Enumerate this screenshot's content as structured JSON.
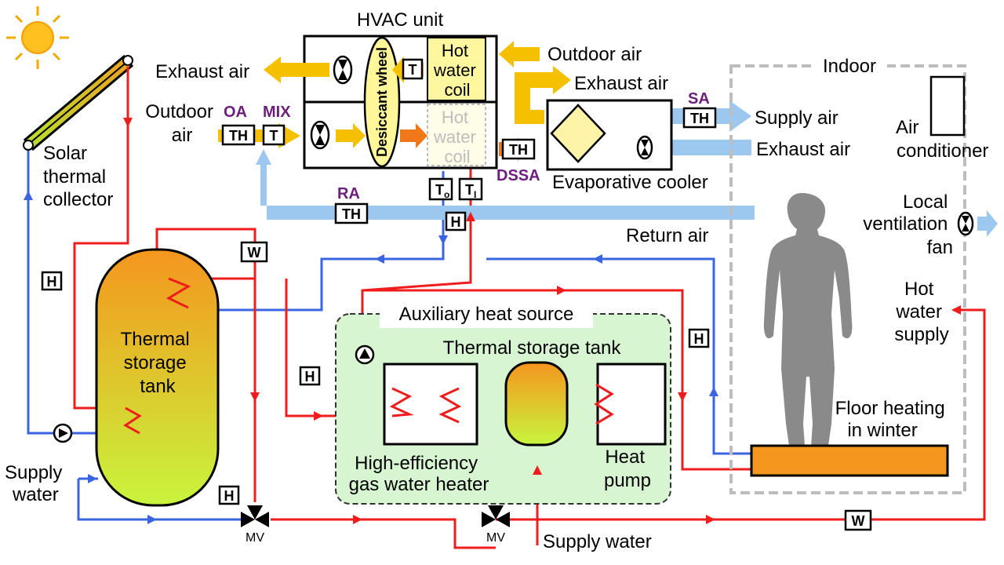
{
  "diagram": {
    "hvac": {
      "title": "HVAC unit",
      "hot_coil_top": [
        "Hot",
        "water",
        "coil"
      ],
      "hot_coil_bottom": [
        "Hot",
        "water",
        "coil"
      ],
      "desiccant": "Desiccant wheel"
    },
    "air_labels": {
      "exhaust_left": "Exhaust air",
      "outdoor_top": "Outdoor air",
      "exhaust_mid": "Exhaust air",
      "outdoor_left": [
        "Outdoor",
        "air"
      ],
      "supply_air": "Supply air",
      "exhaust_right": "Exhaust air",
      "return_air": "Return air"
    },
    "sensor_tags": {
      "oa": "OA",
      "mix": "MIX",
      "sa": "SA",
      "ra": "RA",
      "dssa": "DSSA"
    },
    "sensors": {
      "th": "TH",
      "t": "T",
      "h": "H",
      "w": "W",
      "to_main": "T",
      "to_sub": "o",
      "ti_main": "T",
      "ti_sub": "I"
    },
    "components": {
      "solar": [
        "Solar",
        "thermal",
        "collector"
      ],
      "tank_main": [
        "Thermal",
        "storage",
        "tank"
      ],
      "evap_cooler": "Evaporative cooler",
      "aux_heat": "Auxiliary heat source",
      "aux_tank": "Thermal storage tank",
      "gas_heater": [
        "High-efficiency",
        "gas water heater"
      ],
      "heat_pump": [
        "Heat",
        "pump"
      ],
      "mv": "MV"
    },
    "indoor": {
      "title": "Indoor",
      "air_conditioner": [
        "Air",
        "conditioner"
      ],
      "vent_fan": [
        "Local",
        "ventilation",
        "fan"
      ],
      "hot_water": [
        "Hot",
        "water",
        "supply"
      ],
      "floor_heating": [
        "Floor heating",
        "in winter"
      ]
    },
    "water_labels": {
      "supply_left": [
        "Supply",
        "water"
      ],
      "supply_bottom": "Supply water"
    }
  },
  "colors": {
    "hot_pipe": "#ee1c1c",
    "cold_pipe": "#3a64e0",
    "air_arrow_yellow": "#f5c000",
    "air_arrow_blue": "#9cc8f0",
    "orange": "#f07818",
    "aux_bg": "#d6f5d0",
    "purple_label": "#6b1f7b"
  }
}
